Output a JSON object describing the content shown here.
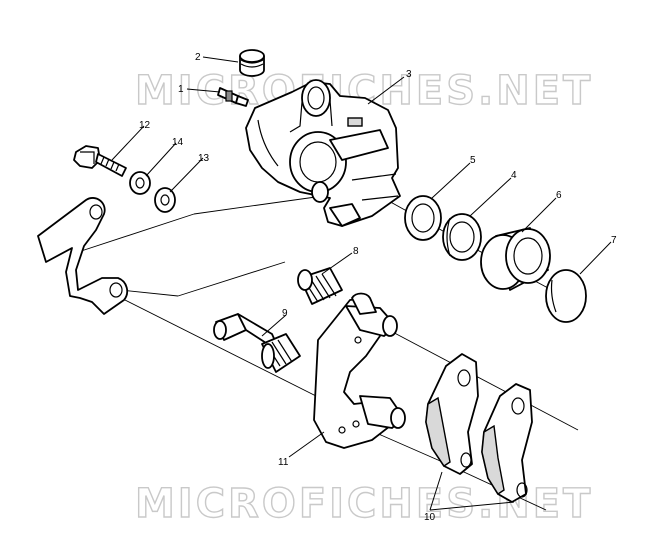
{
  "watermark": "MICROFICHES.NET",
  "callouts": {
    "c1": "1",
    "c2": "2",
    "c3": "3",
    "c4": "4",
    "c5": "5",
    "c6": "6",
    "c7": "7",
    "c8": "8",
    "c9": "9",
    "c10": "10",
    "c11": "11",
    "c12": "12",
    "c13": "13",
    "c14": "14"
  }
}
